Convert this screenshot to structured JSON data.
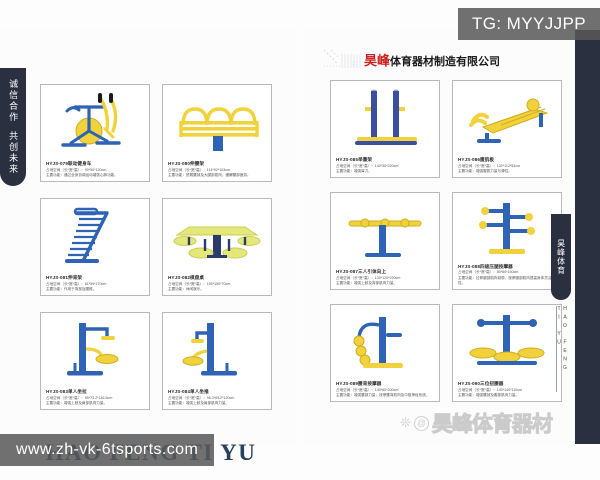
{
  "watermarks": {
    "telegram": "TG: MYYJJPP",
    "website": "www.zh-vk-6tsports.com",
    "overlay_at": "@",
    "overlay_text": "昊峰体育器材"
  },
  "left_page": {
    "side_tab": {
      "line1": "诚信合作",
      "line2": "共创未来"
    },
    "pinyin_title": "HAO FENG TI YU"
  },
  "right_page": {
    "header": {
      "brand_cn": "昊峰",
      "brand_rest": "体育器材制造有限公司"
    },
    "side_tab": {
      "label": "昊峰体育",
      "pinyin": "HAO FENG TI YU"
    }
  },
  "products": [
    {
      "code": "HYJS-079",
      "name": "联动健身车",
      "title": "HYJS-079联动健身车",
      "spec": "占地空间（长*宽*高）：90*50*120cm",
      "func": "主要功能：通过全身协调运动增强心肺功能。",
      "colors": {
        "frame": "#2f63b5",
        "accent": "#f2d23c"
      }
    },
    {
      "code": "HYJS-080",
      "name": "伸腰架",
      "title": "HYJS-080伸腰架",
      "spec": "占地空间（长*宽*高）：114*92*103cm",
      "func": "主要功能：舒展腰部及大腿部肌肉，缓解腰部疲劳。",
      "colors": {
        "frame": "#2f63b5",
        "accent": "#f2d23c"
      }
    },
    {
      "code": "HYJS-081",
      "name": "伸背架",
      "title": "HYJS-081伸背架",
      "spec": "占地空间（长*宽*高）：61*59*170cm",
      "func": "主要功能：作用于背部及腰椎。",
      "colors": {
        "frame": "#2f63b5",
        "accent": "#f2d23c"
      }
    },
    {
      "code": "HYJS-082",
      "name": "棋盘桌",
      "title": "HYJS-082棋盘桌",
      "spec": "占地空间（长*宽*高）：150*150*70cm",
      "func": "主要功能：休闲娱乐。",
      "colors": {
        "frame": "#2f63b5",
        "accent": "#e4e87a"
      }
    },
    {
      "code": "HYJS-083",
      "name": "单人坐拉",
      "title": "HYJS-083单人坐拉",
      "spec": "占地空间（长*宽*高）：95*73.2*146.5cm",
      "func": "主要功能：增强上肢及肩部肌肉力量。",
      "colors": {
        "frame": "#2f63b5",
        "accent": "#f2d23c"
      }
    },
    {
      "code": "HYJS-084",
      "name": "单人坐推",
      "title": "HYJS-084单人坐推",
      "spec": "占地空间（长*宽*高）：96.3*69.2*120cm",
      "func": "主要功能：增强上肢及肩部肌肉力量。",
      "colors": {
        "frame": "#2f63b5",
        "accent": "#f2d23c"
      }
    },
    {
      "code": "HYJS-085",
      "name": "举重架",
      "title": "HYJS-085举重架",
      "spec": "占地空间（长*宽*高）：140*30*220cm",
      "func": "主要功能：增强臂力。",
      "colors": {
        "frame": "#3a4fa0",
        "accent": "#f2d23c"
      }
    },
    {
      "code": "HYJS-086",
      "name": "腹肌板",
      "title": "HYJS-086腹肌板",
      "spec": "占地空间（长*宽*高）：130*112*53cm",
      "func": "主要功能：增强腹肌力量与弹性。",
      "colors": {
        "frame": "#2f63b5",
        "accent": "#f2d23c"
      }
    },
    {
      "code": "HYJS-087",
      "name": "三人引体向上",
      "title": "HYJS-087三人引体向上",
      "spec": "占地空间（长*宽*高）：130*120*220cm",
      "func": "主要功能：增强上肢及背部肌肉力量。",
      "colors": {
        "frame": "#2f63b5",
        "accent": "#f2d23c"
      }
    },
    {
      "code": "HYJS-088",
      "name": "四级压腿按摩器",
      "title": "HYJS-088四级压腿按摩器",
      "spec": "占地空间（长*宽*高）：80*60*150cm",
      "func": "主要功能：拉伸腿部肌肉韧带，按摩腿部肌肉提高身体灵活性。",
      "colors": {
        "frame": "#2f63b5",
        "accent": "#f2d23c"
      }
    },
    {
      "code": "HYJS-089",
      "name": "腰背按摩器",
      "title": "HYJS-089腰背按摩器",
      "spec": "占地空间（长*宽*高）：140*60*200cm",
      "func": "主要功能：增强腰部力量，按摩腰背肌肉及中枢神经系统。",
      "colors": {
        "frame": "#2f63b5",
        "accent": "#f2d23c"
      }
    },
    {
      "code": "HYJS-090",
      "name": "三位扭腰器",
      "title": "HYJS-090三位扭腰器",
      "spec": "占地空间（长*宽*高）：140*140*110cm",
      "func": "主要功能：增强腰部及腹部肌肉力量。",
      "colors": {
        "frame": "#2f63b5",
        "accent": "#f2d23c"
      }
    }
  ]
}
